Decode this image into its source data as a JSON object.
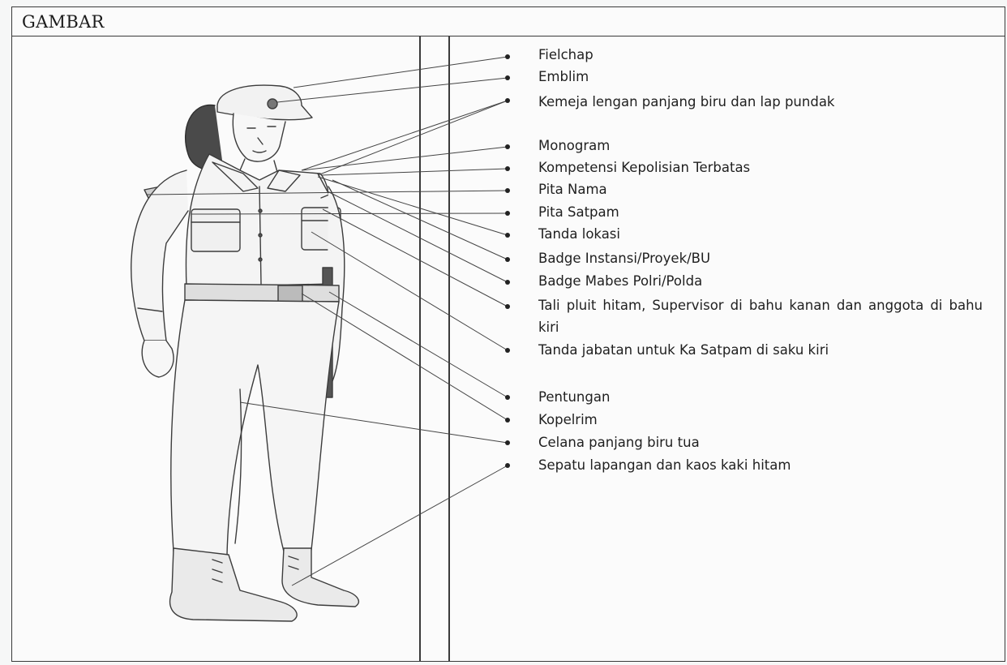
{
  "header": {
    "title": "GAMBAR"
  },
  "labels": [
    "Fielchap",
    "Emblim",
    "Kemeja lengan panjang biru dan lap pundak",
    "Monogram",
    "Kompetensi Kepolisian Terbatas",
    "Pita Nama",
    "Pita Satpam",
    "Tanda lokasi",
    "Badge Instansi/Proyek/BU",
    "Badge Mabes Polri/Polda",
    "Tali pluit hitam, Supervisor di bahu kanan dan anggota di bahu kiri",
    "Tanda jabatan untuk Ka Satpam di saku kiri",
    "Pentungan",
    "Kopelrim",
    "Celana panjang biru tua",
    "Sepatu lapangan dan kaos kaki hitam"
  ],
  "illustration": {
    "icon": "security-guard-uniform-figure"
  }
}
